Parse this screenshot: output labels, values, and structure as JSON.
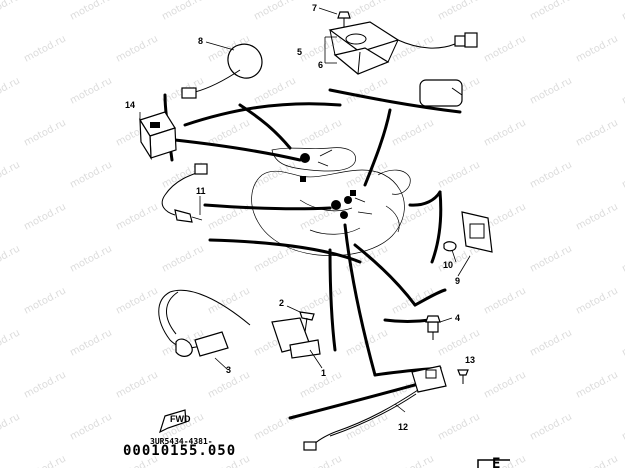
{
  "watermark": "motod.ru",
  "callouts": {
    "c1": "1",
    "c2": "2",
    "c3": "3",
    "c4": "4",
    "c5": "5",
    "c6": "6",
    "c7": "7",
    "c8": "8",
    "c9": "9",
    "c10": "10",
    "c11": "11",
    "c12": "12",
    "c13": "13",
    "c14": "14"
  },
  "drawing_code": "3UR5434-4381-",
  "diagram_number": "00010155.050",
  "fwd_label": "FWD",
  "corner_letter": "E"
}
